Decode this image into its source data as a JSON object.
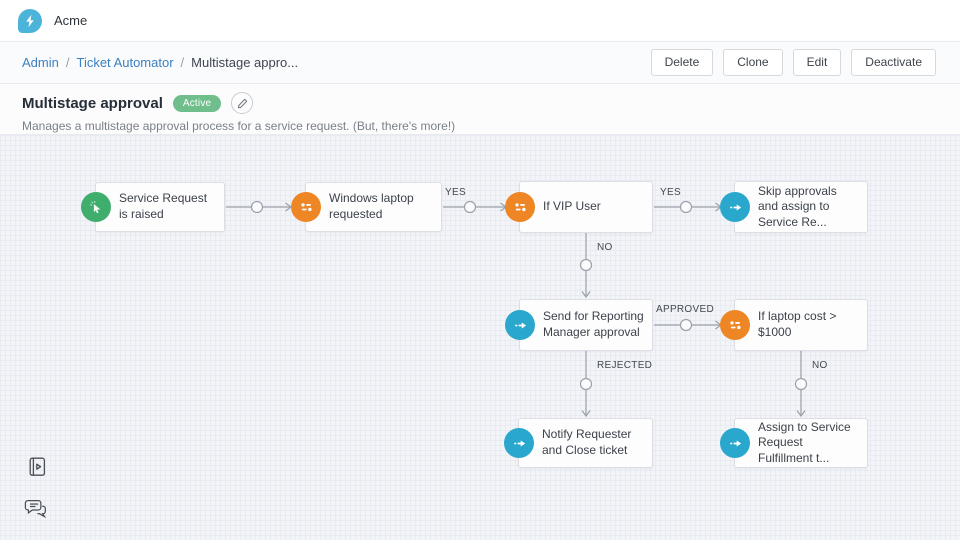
{
  "topbar": {
    "brand": "Acme"
  },
  "breadcrumb": {
    "separator": "/",
    "items": [
      {
        "label": "Admin"
      },
      {
        "label": "Ticket Automator"
      },
      {
        "label": "Multistage appro..."
      }
    ]
  },
  "toolbar": {
    "delete_label": "Delete",
    "clone_label": "Clone",
    "edit_label": "Edit",
    "deactivate_label": "Deactivate"
  },
  "workflow": {
    "title": "Multistage approval",
    "status_badge": "Active",
    "description": "Manages a multistage approval process for a service request. (But, there's more!)"
  },
  "diagram": {
    "nodes": [
      {
        "label": "Service Request is raised",
        "type": "trigger",
        "icon": "cursor-click-icon",
        "color": "#3fae6c"
      },
      {
        "label": "Windows laptop requested",
        "type": "condition",
        "icon": "sliders-condition-icon",
        "color": "#ee8625"
      },
      {
        "label": "If VIP User",
        "type": "condition",
        "icon": "sliders-condition-icon",
        "color": "#ee8625"
      },
      {
        "label": "Skip approvals and assign to Service Re...",
        "type": "action",
        "icon": "forward-arrow-icon",
        "color": "#2aa7cd"
      },
      {
        "label": "Send for Reporting Manager approval",
        "type": "action",
        "icon": "forward-arrow-icon",
        "color": "#2aa7cd"
      },
      {
        "label": "If laptop cost > $1000",
        "type": "condition",
        "icon": "sliders-condition-icon",
        "color": "#ee8625"
      },
      {
        "label": "Notify Requester and Close ticket",
        "type": "action",
        "icon": "forward-arrow-icon",
        "color": "#2aa7cd"
      },
      {
        "label": "Assign to Service Request Fulfillment t...",
        "type": "action",
        "icon": "forward-arrow-icon",
        "color": "#2aa7cd"
      }
    ],
    "edge_labels": [
      "YES",
      "YES",
      "NO",
      "APPROVED",
      "REJECTED",
      "NO"
    ]
  },
  "colors": {
    "brand_logo_blue": "#4db4d9",
    "link_blue": "#3c80c1",
    "status_green": "#6fbe8c",
    "trigger_green": "#3fae6c",
    "condition_orange": "#ee8625",
    "action_blue": "#2aa7cd",
    "canvas_bg": "#f3f4f8"
  }
}
